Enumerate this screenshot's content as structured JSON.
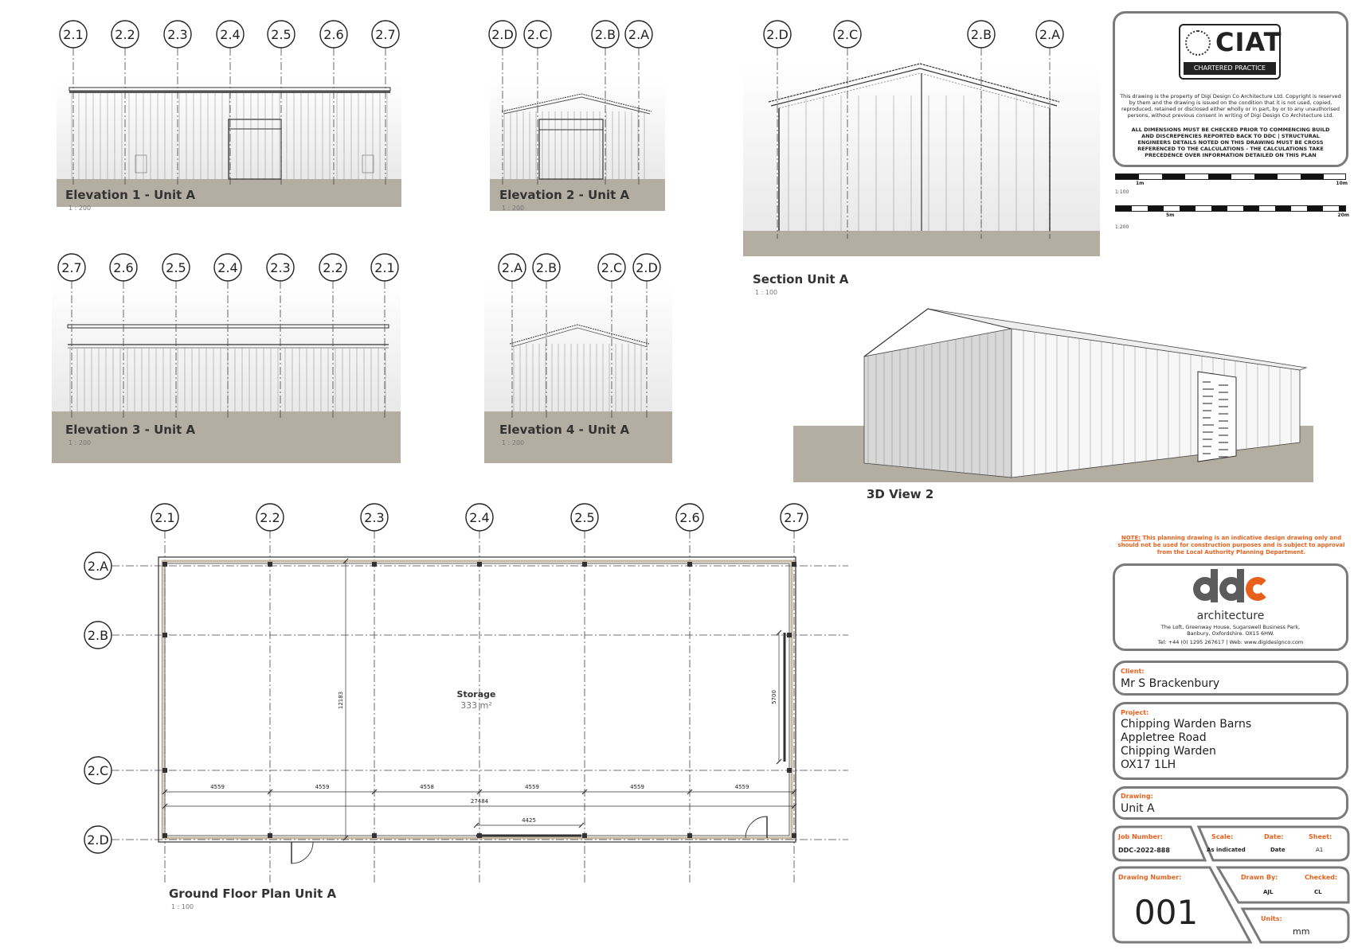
{
  "views": {
    "elev1": {
      "title": "Elevation 1 - Unit A",
      "scale": "1 : 200",
      "grids": [
        "2.1",
        "2.2",
        "2.3",
        "2.4",
        "2.5",
        "2.6",
        "2.7"
      ]
    },
    "elev2": {
      "title": "Elevation 2 - Unit A",
      "scale": "1 : 200",
      "grids": [
        "2.D",
        "2.C",
        "2.B",
        "2.A"
      ]
    },
    "elev3": {
      "title": "Elevation 3 - Unit A",
      "scale": "1 : 200",
      "grids": [
        "2.7",
        "2.6",
        "2.5",
        "2.4",
        "2.3",
        "2.2",
        "2.1"
      ]
    },
    "elev4": {
      "title": "Elevation 4 - Unit A",
      "scale": "1 : 200",
      "grids": [
        "2.A",
        "2.B",
        "2.C",
        "2.D"
      ]
    },
    "section": {
      "title": "Section Unit A",
      "scale": "1 : 100",
      "grids": [
        "2.D",
        "2.C",
        "2.B",
        "2.A"
      ]
    },
    "view3d": {
      "title": "3D View 2"
    },
    "plan": {
      "title": "Ground Floor Plan Unit A",
      "scale": "1 : 100",
      "grids_x": [
        "2.1",
        "2.2",
        "2.3",
        "2.4",
        "2.5",
        "2.6",
        "2.7"
      ],
      "grids_y": [
        "2.A",
        "2.B",
        "2.C",
        "2.D"
      ],
      "room_name": "Storage",
      "room_area": "333 m²",
      "bay_dims": [
        "4559",
        "4559",
        "4558",
        "4559",
        "4559",
        "4559"
      ],
      "overall_length": "27484",
      "door_dim": "4425",
      "depth_dim": "12183",
      "side_dim": "5700"
    }
  },
  "titleblock": {
    "ciat_logo": "CIAT",
    "ciat_sub": "CHARTERED PRACTICE",
    "copyright": "This drawing is the property of Digi Design Co Architecture Ltd. Copyright is reserved by them and the drawing is issued on the condition that it is not used, copied, reproduced, retained or disclosed either wholly or in part, by or to any unauthorised persons, without previous consent in writing of Digi Design Co Architecture Ltd.",
    "dims_note": "ALL DIMENSIONS MUST BE CHECKED PRIOR TO COMMENCING BUILD AND DISCREPENCIES REPORTED BACK TO DDC | STRUCTURAL ENGINEERS DETAILS NOTED ON THIS DRAWING MUST BE CROSS REFERENCED TO THE CALCULATIONS - THE CALCULATIONS TAKE PRECEDENCE OVER INFORMATION DETAILED ON THIS PLAN",
    "scalebar1": {
      "scale": "1:100",
      "a": "1m",
      "b": "10m"
    },
    "scalebar2": {
      "scale": "1:200",
      "a": "5m",
      "b": "20m"
    },
    "note_label": "NOTE:",
    "note_text": "This planning drawing is an indicative design drawing only and should not be used for construction purposes and is subject to approval from the Local Authority Planning Department.",
    "firm_logo": "ddc",
    "firm_name": "architecture",
    "firm_address": "The Loft, Greenway House, Sugarswell Business Park, Banbury, Oxfordshire. OX15 6HW.",
    "firm_contact": "Tel: +44 (0) 1295 267617 | Web: www.digidesignco.com",
    "client_label": "Client:",
    "client": "Mr S Brackenbury",
    "project_label": "Project:",
    "project_lines": [
      "Chipping Warden Barns",
      "Appletree Road",
      "Chipping Warden",
      "OX17 1LH"
    ],
    "drawing_label": "Drawing:",
    "drawing": "Unit A",
    "job_label": "Job Number:",
    "job": "DDC-2022-888",
    "scale_label": "Scale:",
    "scale": "As indicated",
    "date_label": "Date:",
    "date": "Date",
    "sheet_label": "Sheet:",
    "sheet": "A1",
    "dwgno_label": "Drawing Number:",
    "dwgno": "001",
    "drawnby_label": "Drawn By:",
    "drawnby": "AJL",
    "checked_label": "Checked:",
    "checked": "CL",
    "units_label": "Units:",
    "units": "mm"
  },
  "colors": {
    "ground": "#b3ada2",
    "accent": "#e8601c",
    "border": "#7a7a7a"
  }
}
